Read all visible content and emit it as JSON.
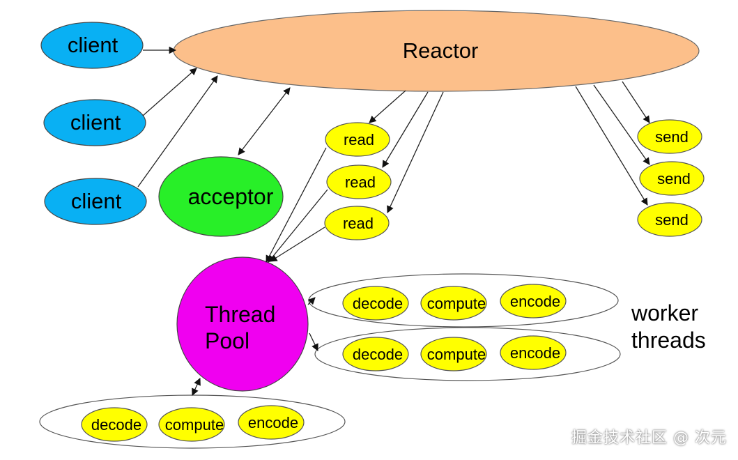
{
  "colors": {
    "client": "#09b0f3",
    "reactor": "#fcbf8a",
    "acceptor": "#28ef28",
    "io": "#ffff00",
    "thread_pool": "#f000f0"
  },
  "clients": [
    "client",
    "client",
    "client"
  ],
  "reactor": {
    "label": "Reactor"
  },
  "acceptor": {
    "label": "acceptor"
  },
  "reads": [
    "read",
    "read",
    "read"
  ],
  "sends": [
    "send",
    "send",
    "send"
  ],
  "thread_pool": {
    "line1": "Thread",
    "line2": "Pool"
  },
  "worker_threads": {
    "line1": "worker",
    "line2": "threads"
  },
  "worker_groups": [
    {
      "tasks": [
        "decode",
        "compute",
        "encode"
      ]
    },
    {
      "tasks": [
        "decode",
        "compute",
        "encode"
      ]
    },
    {
      "tasks": [
        "decode",
        "compute",
        "encode"
      ]
    }
  ],
  "watermark": "掘金技术社区 @ 次元"
}
